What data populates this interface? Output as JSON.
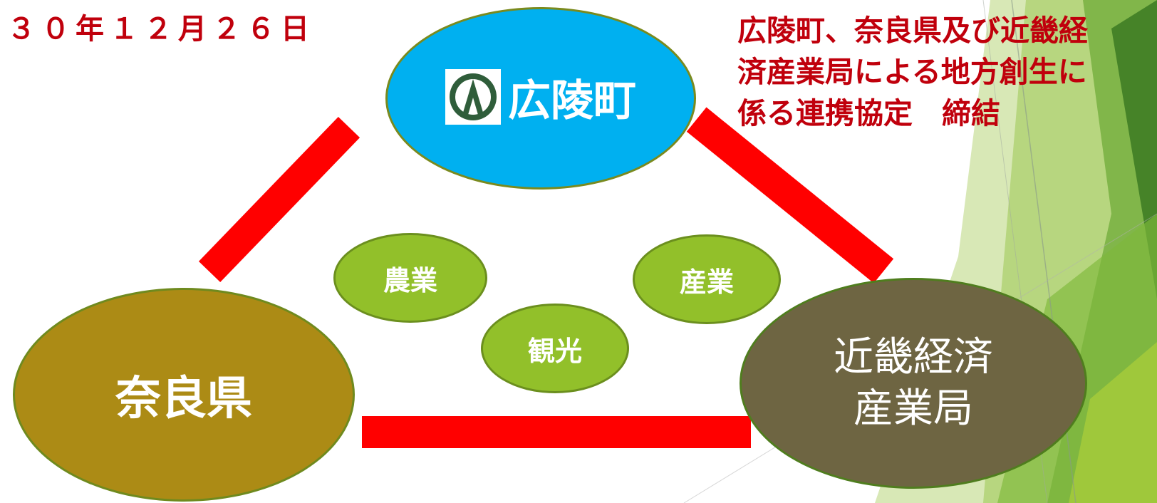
{
  "date": "３０年１２月２６日",
  "title_lines": [
    "広陵町、奈良県及び近畿経",
    "済産業局による地方創生に",
    "係る連携協定　締結"
  ],
  "nodes": {
    "koryo": "広陵町",
    "nara": "奈良県",
    "kinki_line1": "近畿経済",
    "kinki_line2": "産業局"
  },
  "fields": {
    "agriculture": "農業",
    "industry": "産業",
    "tourism": "観光"
  },
  "colors": {
    "text_red": "#c0000c",
    "connector_red": "#ff0000",
    "koryo_blue": "#00b0f0",
    "nara_gold": "#ac8b15",
    "kinki_olive": "#6e6542",
    "field_green": "#92c02a",
    "logo_green": "#2f5d3a"
  },
  "icons": {
    "koryo_logo": "koryo-town-emblem-icon"
  }
}
